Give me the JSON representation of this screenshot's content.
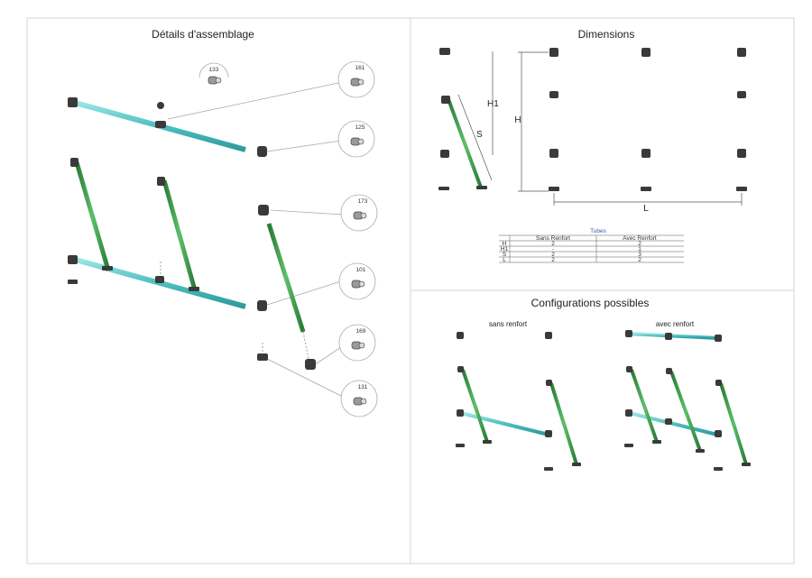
{
  "colors": {
    "blue_tube": "#2f6fc4",
    "cyan_tube": "#5cc6c6",
    "red_tube": "#c83a3a",
    "green_tube": "#3fa34d",
    "fitting": "#3a3a3a",
    "line": "#999999"
  },
  "assembly": {
    "title": "Détails d'assemblage",
    "parts": [
      {
        "ref": "133"
      },
      {
        "ref": "161"
      },
      {
        "ref": "125"
      },
      {
        "ref": "173"
      },
      {
        "ref": "101"
      },
      {
        "ref": "169"
      },
      {
        "ref": "131"
      }
    ]
  },
  "dimensions": {
    "title": "Dimensions",
    "labels": {
      "h1": "H1",
      "s": "S",
      "h": "H",
      "l": "L"
    }
  },
  "tubes_table": {
    "title": "Tubes",
    "columns": [
      "",
      "Sans Renfort",
      "Avec Renfort"
    ],
    "rows": [
      {
        "tube": "H",
        "sans": "2",
        "avec": "2"
      },
      {
        "tube": "H1",
        "sans": "-",
        "avec": "1"
      },
      {
        "tube": "S",
        "sans": "2",
        "avec": "3"
      },
      {
        "tube": "L",
        "sans": "2",
        "avec": "2"
      }
    ]
  },
  "configurations": {
    "title": "Configurations possibles",
    "items": [
      {
        "label": "sans renfort"
      },
      {
        "label": "avec renfort"
      }
    ]
  }
}
